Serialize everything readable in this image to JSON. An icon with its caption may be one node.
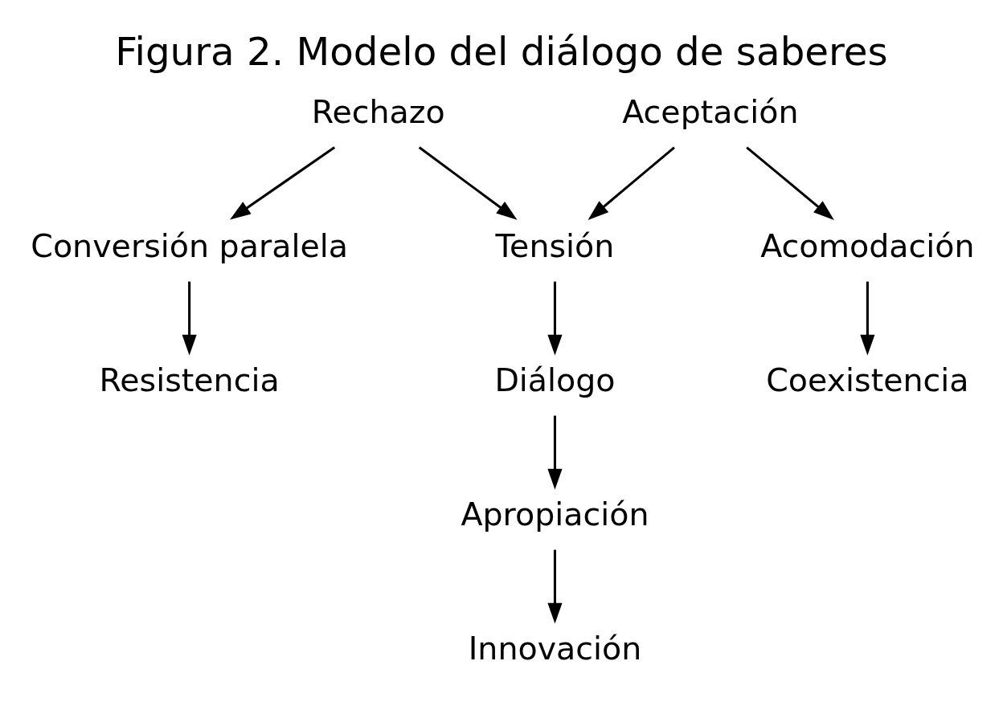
{
  "diagram": {
    "title": "Figura 2. Modelo del diálogo de saberes",
    "nodes": [
      {
        "text": [
          "Rechazo"
        ]
      },
      {
        "text": [
          "Aceptación"
        ]
      },
      {
        "text": [
          "Tensión"
        ]
      },
      {
        "text": [
          "Conversión paralela"
        ]
      },
      {
        "text": [
          "Acomodación"
        ]
      },
      {
        "text": [
          "Diálogo"
        ]
      },
      {
        "text": [
          "Resistencia"
        ]
      },
      {
        "text": [
          "Coexistencia"
        ]
      },
      {
        "text": [
          "Apropiación"
        ]
      },
      {
        "text": [
          "Innovación"
        ]
      }
    ],
    "edges": [
      {
        "from": 0,
        "to": 2,
        "arrow": "to"
      },
      {
        "from": 1,
        "to": 2,
        "arrow": "to"
      },
      {
        "from": 0,
        "to": 3,
        "arrow": "to"
      },
      {
        "from": 3,
        "to": 6,
        "arrow": "to"
      },
      {
        "from": 1,
        "to": 4,
        "arrow": "to"
      },
      {
        "from": 4,
        "to": 7,
        "arrow": "to"
      },
      {
        "from": 2,
        "to": 5,
        "arrow": "to"
      },
      {
        "from": 5,
        "to": 8,
        "arrow": "to"
      },
      {
        "from": 8,
        "to": 9,
        "arrow": "to"
      }
    ]
  }
}
